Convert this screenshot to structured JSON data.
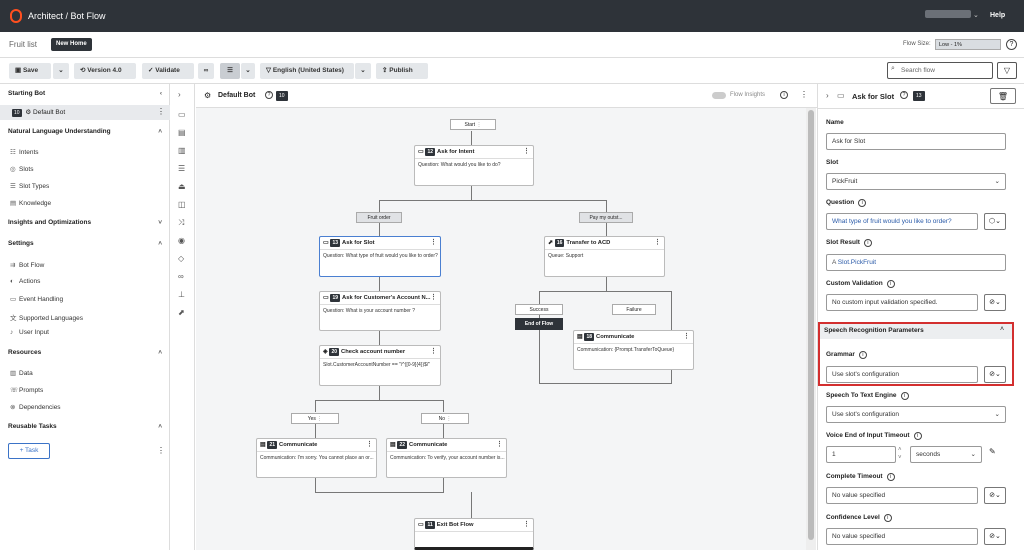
{
  "topbar": {
    "breadcrumb": "Architect  /  Bot Flow",
    "help": "Help"
  },
  "subbar": {
    "fruit_list": "Fruit list",
    "new_home": "New Home",
    "flow_size_label": "Flow Size:",
    "flow_size_value": "Low - 1%",
    "help_icon": "?"
  },
  "toolbar": {
    "save": "Save",
    "version": "Version 4.0",
    "validate": "Validate",
    "language": "English (United States)",
    "publish": "Publish",
    "search_placeholder": "Search flow"
  },
  "left": {
    "starting_bot_title": "Starting Bot",
    "default_bot": "Default Bot",
    "default_bot_badge": "10",
    "nlu_title": "Natural Language Understanding",
    "nlu_items": [
      "Intents",
      "Slots",
      "Slot Types",
      "Knowledge"
    ],
    "insights_title": "Insights and Optimizations",
    "settings_title": "Settings",
    "settings_items": [
      "Bot Flow",
      "Actions",
      "Event Handling",
      "Supported Languages",
      "User Input"
    ],
    "resources_title": "Resources",
    "resources_items": [
      "Data",
      "Prompts",
      "Dependencies"
    ],
    "reusable_title": "Reusable Tasks",
    "task_button": "+ Task"
  },
  "canvas_header": {
    "title": "Default Bot",
    "badge": "10",
    "flow_insights": "Flow Insights"
  },
  "flow": {
    "start": "Start",
    "ask_intent": {
      "num": "12",
      "title": "Ask for Intent",
      "body": "Question: What would you like to do?"
    },
    "fruit_order": "Fruit order",
    "pay_outst": "Pay my outst...",
    "ask_slot": {
      "num": "13",
      "title": "Ask for Slot",
      "body": "Question: What type of fruit would you like to order?"
    },
    "transfer": {
      "num": "16",
      "title": "Transfer to ACD",
      "body": "Queue: Support"
    },
    "ask_account": {
      "num": "19",
      "title": "Ask for Customer's Account N...",
      "body": "Question: What is your account number ?"
    },
    "success": "Success",
    "failure": "Failure",
    "end_of_flow": "End of Flow",
    "communicate18": {
      "num": "18",
      "title": "Communicate",
      "body": "Communication: {Prompt.TransferToQueue}"
    },
    "check": {
      "num": "20",
      "title": "Check account number",
      "body": "Slot.CustomerAccountNumber == \"/^([0-9]{4})$/\""
    },
    "yes": "Yes",
    "no": "No",
    "communicate21": {
      "num": "21",
      "title": "Communicate",
      "body": "Communication: I'm sorry. You cannot place an or..."
    },
    "communicate22": {
      "num": "22",
      "title": "Communicate",
      "body": "Communication: To verify, your account number is..."
    },
    "exit": {
      "num": "11",
      "title": "Exit Bot Flow"
    }
  },
  "right": {
    "header_title": "Ask for Slot",
    "header_badge": "13",
    "name_label": "Name",
    "name_value": "Ask for Slot",
    "slot_label": "Slot",
    "slot_value": "PickFruit",
    "question_label": "Question",
    "question_value": "What type of fruit would you like to order?",
    "slot_result_label": "Slot Result",
    "slot_result_value": "Slot.PickFruit",
    "custom_validation_label": "Custom Validation",
    "custom_validation_value": "No custom input validation specified.",
    "speech_params_label": "Speech Recognition Parameters",
    "grammar_label": "Grammar",
    "grammar_value": "Use slot's configuration",
    "stt_label": "Speech To Text Engine",
    "stt_value": "Use slot's configuration",
    "voice_timeout_label": "Voice End of Input Timeout",
    "voice_timeout_value": "1",
    "voice_timeout_unit": "seconds",
    "complete_timeout_label": "Complete Timeout",
    "complete_timeout_value": "No value specified",
    "confidence_label": "Confidence Level",
    "confidence_value": "No value specified"
  }
}
